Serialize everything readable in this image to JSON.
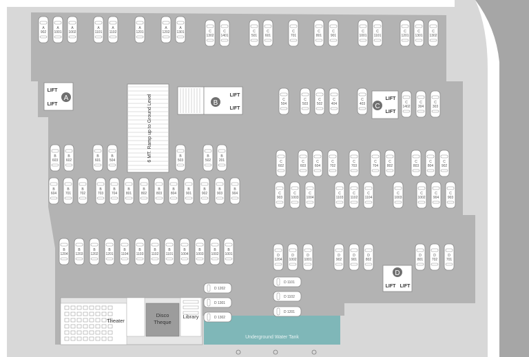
{
  "colors": {
    "site": "#d8d8d8",
    "slab": "#b3b3b3",
    "road": "#a8a8a8",
    "car_fill": "#ffffff",
    "car_stroke": "#8a8a8a",
    "core_circle": "#707070",
    "tank": "#7fb7b8",
    "disco": "#9c9c9c"
  },
  "cores": [
    {
      "letter": "A",
      "lifts": [
        "LIFT",
        "LIFT"
      ]
    },
    {
      "letter": "B",
      "lifts": [
        "LIFT",
        "LIFT"
      ]
    },
    {
      "letter": "C",
      "lifts": [
        "LIFT",
        "LIFT"
      ]
    },
    {
      "letter": "D",
      "lifts": [
        "LIFT",
        "LIFT"
      ]
    }
  ],
  "ramp_label": "6 MT. Ramp up to Ground Level",
  "rooms": {
    "theater": "Theater",
    "disco": [
      "Disco",
      "Theque"
    ],
    "library": "Library"
  },
  "water_tank": "Underground Water Tank",
  "car_groups": [
    {
      "id": "top_a",
      "labels": [
        "A\n902",
        "A\n1001",
        "A\n1002",
        "A\n1101",
        "A\n1102",
        "A\n1201",
        "A\n1202",
        "A\n1301"
      ]
    },
    {
      "id": "top_c",
      "labels": [
        "C\n1302",
        "C\n1401",
        "C\n501",
        "C\n601",
        "C\n701",
        "C\n801",
        "C\n901",
        "C\n1001",
        "C\n1101",
        "C\n1201",
        "C\n1301",
        "C\n1302"
      ]
    },
    {
      "id": "mid_c1",
      "labels": [
        "C\n504",
        "C\n503",
        "C\n502",
        "C\n404",
        "C\n403"
      ]
    },
    {
      "id": "mid_c2",
      "labels": [
        "C\n1402",
        "C\n304",
        "C\n303"
      ]
    },
    {
      "id": "b_upper",
      "labels": [
        "B\n603",
        "B\n602",
        "B\n601",
        "B\n504",
        "B\n503",
        "B\n502",
        "B\n201"
      ]
    },
    {
      "id": "b_lower",
      "labels": [
        "B\n604",
        "B\n701",
        "B\n702",
        "B\n703",
        "B\n704",
        "B\n801",
        "B\n802",
        "B\n803",
        "B\n804",
        "B\n901",
        "B\n902",
        "B\n903",
        "B\n904"
      ]
    },
    {
      "id": "c_upper",
      "labels": [
        "C\n602",
        "C\n603",
        "C\n604",
        "C\n702",
        "C\n703",
        "C\n704",
        "C\n802",
        "C\n803",
        "C\n804",
        "C\n902"
      ]
    },
    {
      "id": "c_lower",
      "labels": [
        "C\n903",
        "C\n1003",
        "C\n1004",
        "C\n1103",
        "C\n1102",
        "C\n1104",
        "C\n1003",
        "C\n1002",
        "C\n904",
        "C\n903"
      ]
    },
    {
      "id": "b_bottom",
      "labels": [
        "B\n1204",
        "B\n1203",
        "B\n1202",
        "B\n1201",
        "B\n1104",
        "B\n1103",
        "B\n1102",
        "B\n1101",
        "B\n1004",
        "B\n1003",
        "B\n1002",
        "B\n1001"
      ]
    },
    {
      "id": "d_bottom",
      "labels": [
        "D\n1204",
        "D\n1002",
        "D\n1001",
        "D\n902",
        "D\n901",
        "D\n802",
        "D\n801",
        "D\n702",
        "D\n701"
      ]
    },
    {
      "id": "d_side",
      "labels": [
        "D 1202",
        "D 1301",
        "D 1302"
      ]
    },
    {
      "id": "d_center",
      "labels": [
        "D 1101",
        "D 1102",
        "D 1201"
      ]
    }
  ]
}
